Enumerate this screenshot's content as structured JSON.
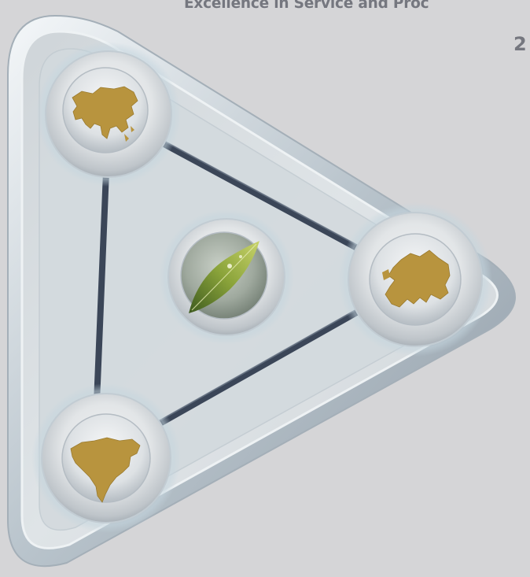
{
  "header": {
    "headline": "Excellence in Service and Proc",
    "page_number": "2"
  },
  "graphic": {
    "nodes": [
      {
        "id": "asia",
        "icon": "asia-map-icon"
      },
      {
        "id": "europe",
        "icon": "europe-map-icon"
      },
      {
        "id": "north-america",
        "icon": "north-america-map-icon"
      },
      {
        "id": "center",
        "icon": "leaf-icon"
      }
    ],
    "colors": {
      "background": "#d5d5d7",
      "connector": "#3d4a5c",
      "map_gold": "#b8943e",
      "headline": "#75777f"
    }
  }
}
